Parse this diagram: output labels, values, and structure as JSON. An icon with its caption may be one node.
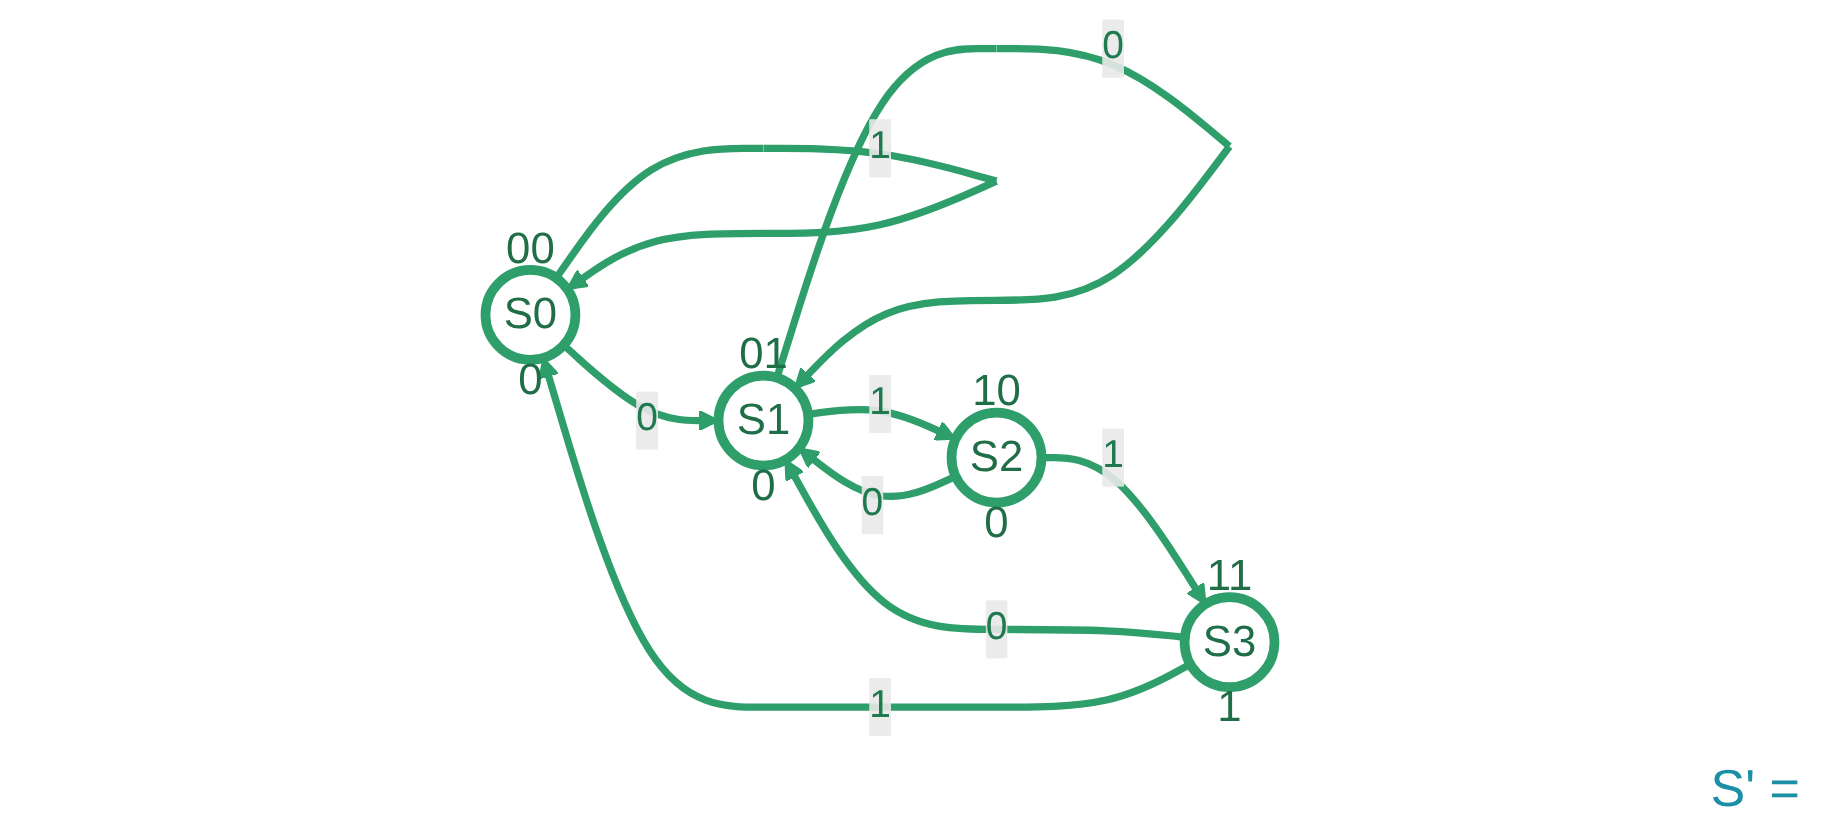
{
  "diagram": {
    "nodes": [
      {
        "text": [
          "S0",
          "0"
        ],
        "beside": [
          "00"
        ]
      },
      {
        "text": [
          "S1",
          "0"
        ],
        "beside": [
          "01"
        ]
      },
      {
        "text": [
          "S2",
          "0"
        ],
        "beside": [
          "10"
        ]
      },
      {
        "text": [
          "S3",
          "1"
        ],
        "beside": [
          "11"
        ]
      }
    ],
    "edges": [
      {
        "from": 0,
        "to": 1,
        "arrow": "to",
        "label": "0"
      },
      {
        "from": 0,
        "to": 0,
        "arrow": "to",
        "label": "1"
      },
      {
        "from": 1,
        "to": 1,
        "arrow": "to",
        "label": "0"
      },
      {
        "from": 1,
        "to": 2,
        "arrow": "to",
        "label": "1"
      },
      {
        "from": 2,
        "to": 3,
        "arrow": "to",
        "label": "1"
      },
      {
        "from": 2,
        "to": 1,
        "arrow": "to",
        "label": "0"
      },
      {
        "from": 3,
        "to": 1,
        "arrow": "to",
        "label": "0"
      },
      {
        "from": 3,
        "to": 0,
        "arrow": "to",
        "label": "1"
      }
    ],
    "labels": [
      "S' ="
    ]
  }
}
